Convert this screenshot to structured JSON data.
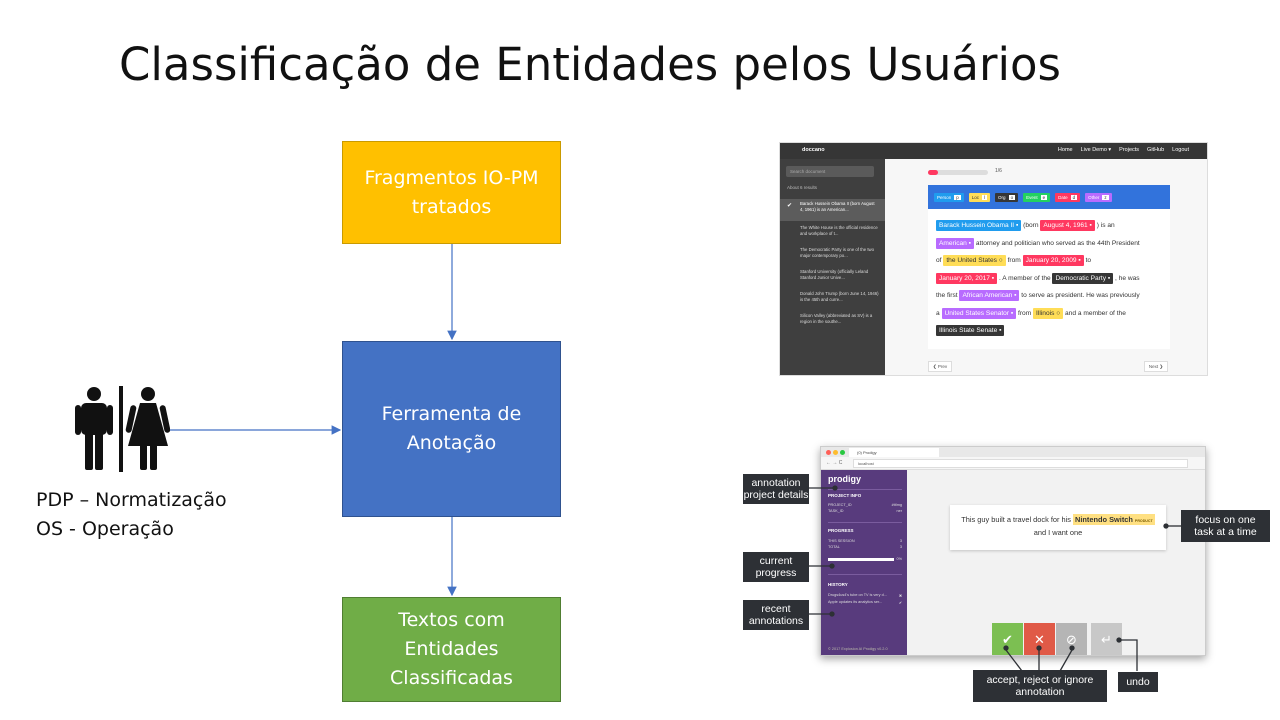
{
  "title": "Classificação de Entidades pelos Usuários",
  "flow": {
    "box1": "Fragmentos IO-PM\ntratados",
    "box2": "Ferramenta de\nAnotação",
    "box3": "Textos com\nEntidades\nClassificadas"
  },
  "actors": {
    "line1": "PDP – Normatização",
    "line2": "OS - Operação"
  },
  "doccano": {
    "brand": "doccano",
    "menu": [
      "Home",
      "Live Demo ▾",
      "Projects",
      "GitHub",
      "Logout"
    ],
    "search_placeholder": "Search document",
    "found": "About 6 results",
    "docs": [
      "Barack Hussein Obama II (born August 4, 1961) is an American...",
      "The White House is the official residence and workplace of t...",
      "The Democratic Party is one of the two major contemporary po...",
      "Stanford University (officially Leland Stanford Junior Unive...",
      "Donald John Trump (born June 14, 1946) is the 45th and curre...",
      "Silicon Valley (abbreviated as SV) is a region in the southe..."
    ],
    "progress_text": "1/6",
    "progress_fraction": 0.17,
    "labels": [
      {
        "name": "Person",
        "key": "p",
        "color": "#209cee"
      },
      {
        "name": "Loc",
        "key": "l",
        "color": "#ffdd57"
      },
      {
        "name": "Org",
        "key": "o",
        "color": "#363636"
      },
      {
        "name": "Event",
        "key": "e",
        "color": "#23d160"
      },
      {
        "name": "Date",
        "key": "d",
        "color": "#ff3860"
      },
      {
        "name": "Other",
        "key": "z",
        "color": "#b86bff"
      }
    ],
    "text": {
      "e1": "Barack Hussein Obama II ▪",
      "t1": " (born ",
      "e2": "August 4, 1961 ▪",
      "t2": " ) is an",
      "e3": "American ▪",
      "t3": " attorney and politician who served as the 44th President",
      "t4": "of ",
      "e4": "the United States ○",
      "t5": " from ",
      "e5": "January 20, 2009 ▪",
      "t6": " to",
      "e6": "January 20, 2017 ▪",
      "t7": " . A member of the ",
      "e7": "Democratic Party ▪",
      "t8": " , he was",
      "t9": "the first ",
      "e8": "African American ▪",
      "t10": " to serve as president. He was previously",
      "t11": "a ",
      "e9": "United States Senator ▪",
      "t12": " from ",
      "e10": "Illinois ○",
      "t13": " and a member of the",
      "e11": "Illinois State Senate ▪"
    },
    "prev": "❮ Prev",
    "next": "Next ❯"
  },
  "prodigy": {
    "tab": "(0) Prodigy",
    "url": "localhost",
    "logo": "prodigy",
    "project_info": "PROJECT INFO",
    "project_rows": [
      [
        "PROJECT_ID",
        "#ttlmg"
      ],
      [
        "TASK_ID",
        "ner"
      ]
    ],
    "progress": "PROGRESS",
    "progress_rows": [
      [
        "THIS SESSION",
        "3"
      ],
      [
        "TOTAL",
        "3"
      ]
    ],
    "progress_pct": "0%",
    "history": "HISTORY",
    "history_rows": [
      [
        "Drugs4us4's tube on TV is very d...",
        "✖"
      ],
      [
        "Apple updates its analytics ser...",
        "✔"
      ]
    ],
    "footer": "© 2017 Explosion AI   Prodigy v0.2.0",
    "card_text_before": "This guy built a travel dock for his ",
    "card_entity": "Nintendo Switch",
    "card_entity_label": "PRODUCT",
    "card_text_after": "and I want one",
    "actions": {
      "accept": "✔",
      "reject": "✕",
      "ignore": "⊘",
      "undo": "↵"
    }
  },
  "callouts": {
    "project": "annotation\nproject details",
    "current": "current\nprogress",
    "recent": "recent\nannotations",
    "focus": "focus on one\ntask at a time",
    "accept": "accept, reject or ignore\nannotation",
    "undo": "undo"
  },
  "colors": {
    "yellow_box": "#FFC000",
    "blue_box": "#4472C4",
    "green_box": "#70AD47",
    "arrow": "#4472C4",
    "prodigy_side": "#583b7d",
    "accept": "#7cbf52",
    "reject": "#e05a47",
    "ignore": "#b5b5b5",
    "undo": "#c8c8c8"
  }
}
